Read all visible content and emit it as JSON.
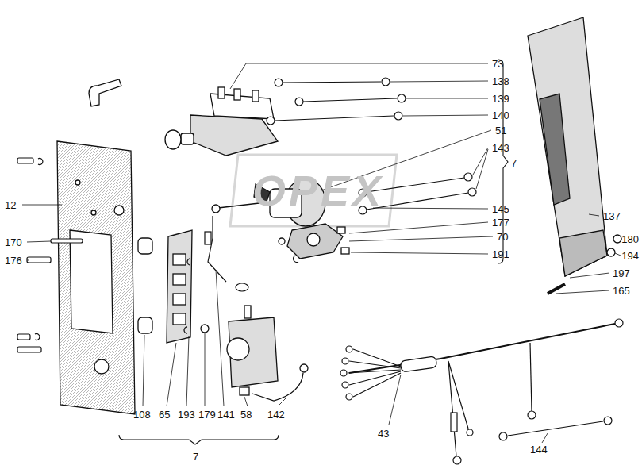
{
  "diagram": {
    "labels": [
      "73",
      "138",
      "139",
      "140",
      "51",
      "143",
      "7",
      "145",
      "177",
      "70",
      "191",
      "137",
      "180",
      "194",
      "197",
      "165",
      "12",
      "170",
      "176",
      "108",
      "65",
      "193",
      "179",
      "141",
      "58",
      "142",
      "7",
      "43",
      "144",
      "OPEX"
    ]
  }
}
